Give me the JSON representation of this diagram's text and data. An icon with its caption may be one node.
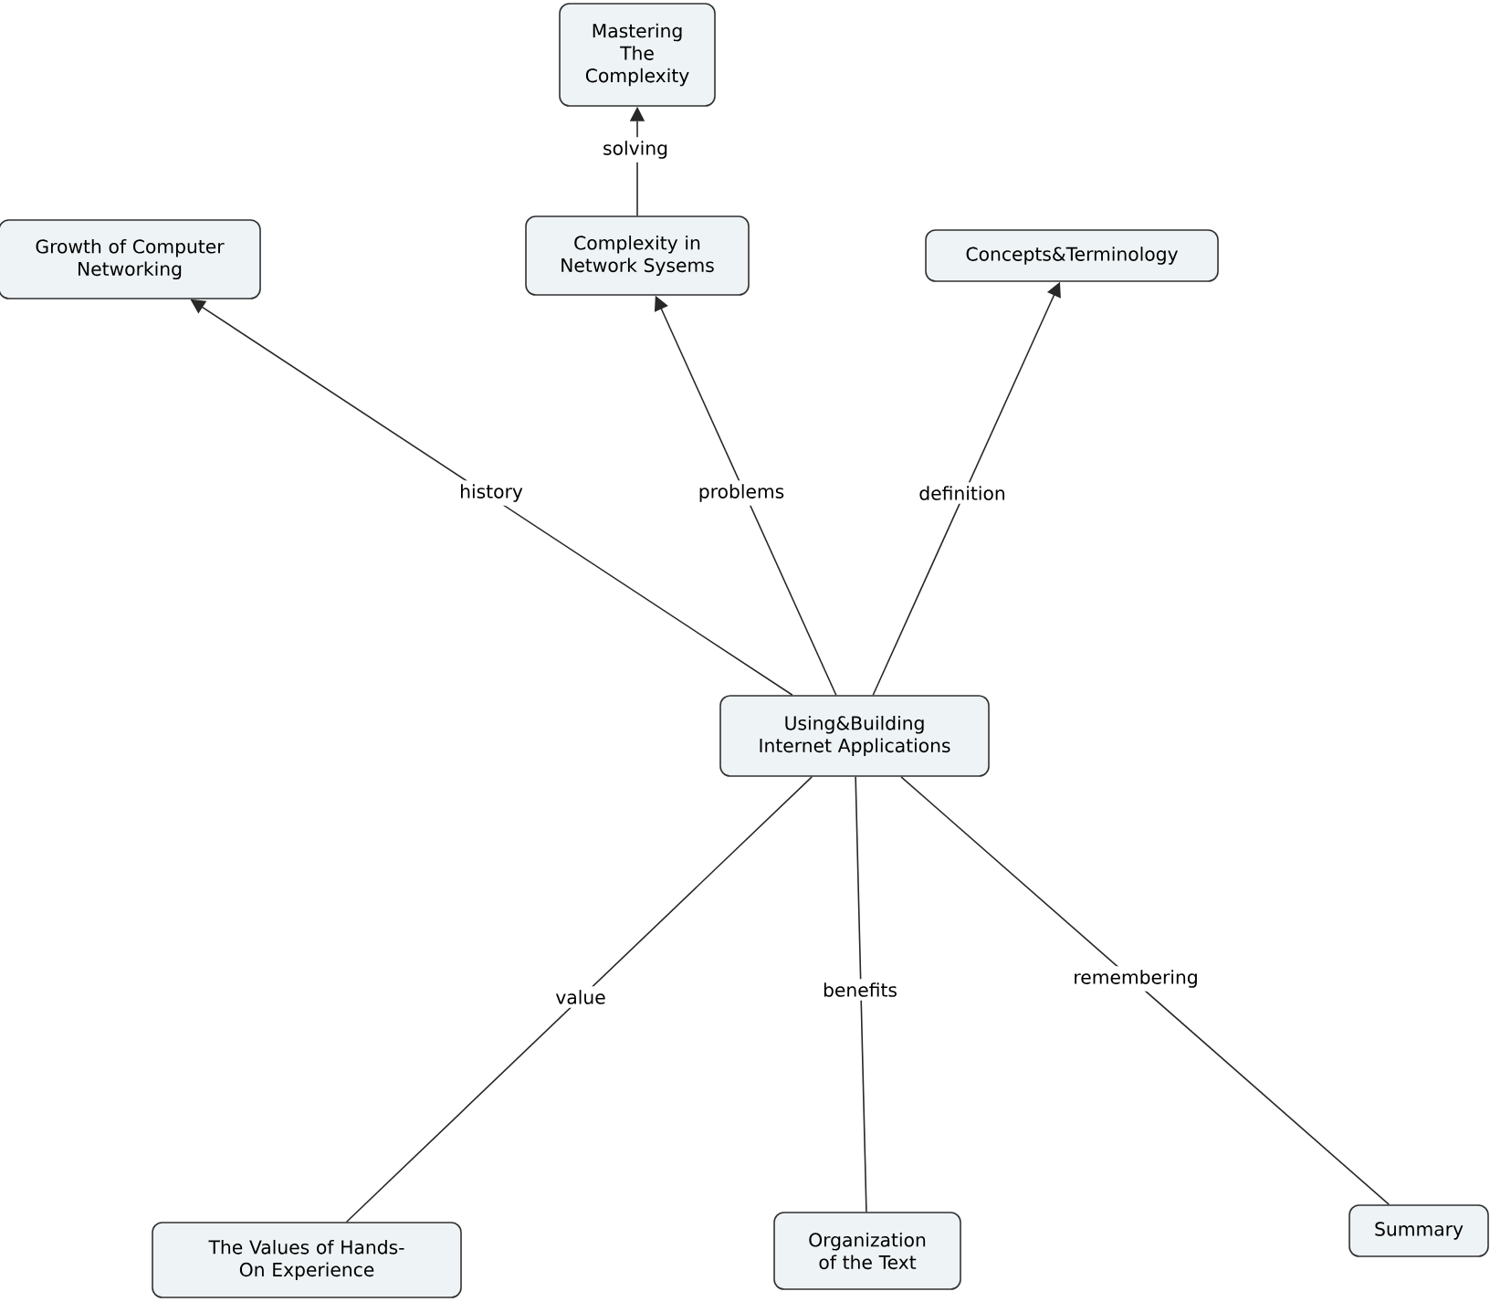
{
  "diagram": {
    "nodes": [
      {
        "text": [
          "Mastering The Complexity"
        ]
      },
      {
        "text": [
          "Growth of Computer Networking"
        ]
      },
      {
        "text": [
          "Complexity in Network Sysems"
        ]
      },
      {
        "text": [
          "Concepts&Terminology"
        ]
      },
      {
        "text": [
          "Using&Building Internet Applications"
        ]
      },
      {
        "text": [
          "The Values of Hands-On Experience"
        ]
      },
      {
        "text": [
          "Organization of the Text"
        ]
      },
      {
        "text": [
          "Summary"
        ]
      }
    ],
    "edges": [
      {
        "from": 2,
        "to": 0,
        "arrow": "to",
        "label": "solving"
      },
      {
        "from": 4,
        "to": 1,
        "arrow": "to",
        "label": "history"
      },
      {
        "from": 4,
        "to": 2,
        "arrow": "to",
        "label": "problems"
      },
      {
        "from": 4,
        "to": 3,
        "arrow": "to",
        "label": "definition"
      },
      {
        "from": 4,
        "to": 5,
        "arrow": "none",
        "label": "value"
      },
      {
        "from": 4,
        "to": 6,
        "arrow": "none",
        "label": "benefits"
      },
      {
        "from": 4,
        "to": 7,
        "arrow": "none",
        "label": "remembering"
      }
    ]
  }
}
